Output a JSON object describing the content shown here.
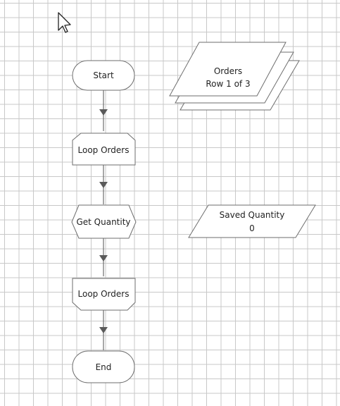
{
  "flowchart": {
    "start": "Start",
    "loop_begin": "Loop Orders",
    "process": "Get Quantity",
    "loop_end": "Loop Orders",
    "end": "End"
  },
  "data_orders": {
    "title": "Orders",
    "subtitle": "Row 1 of 3"
  },
  "data_saved": {
    "title": "Saved Quantity",
    "value": "0"
  },
  "icons": {
    "pointer": "mouse-pointer-icon"
  }
}
